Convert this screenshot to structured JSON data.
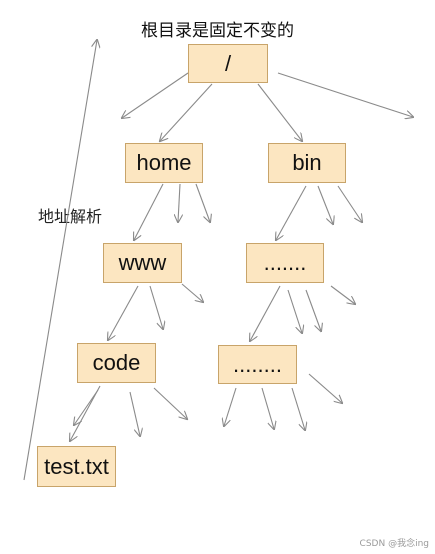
{
  "caption": "根目录是固定不变的",
  "side_label": "地址解析",
  "nodes": {
    "root": "/",
    "home": "home",
    "bin": "bin",
    "www": "www",
    "bin_child": ".......",
    "code": "code",
    "bin_grandchild": "........",
    "file": "test.txt"
  },
  "watermark": "CSDN @我念ing",
  "colors": {
    "node_fill": "#fce6c1",
    "node_border": "#c8a46a",
    "arrow": "#8a8a8a"
  }
}
